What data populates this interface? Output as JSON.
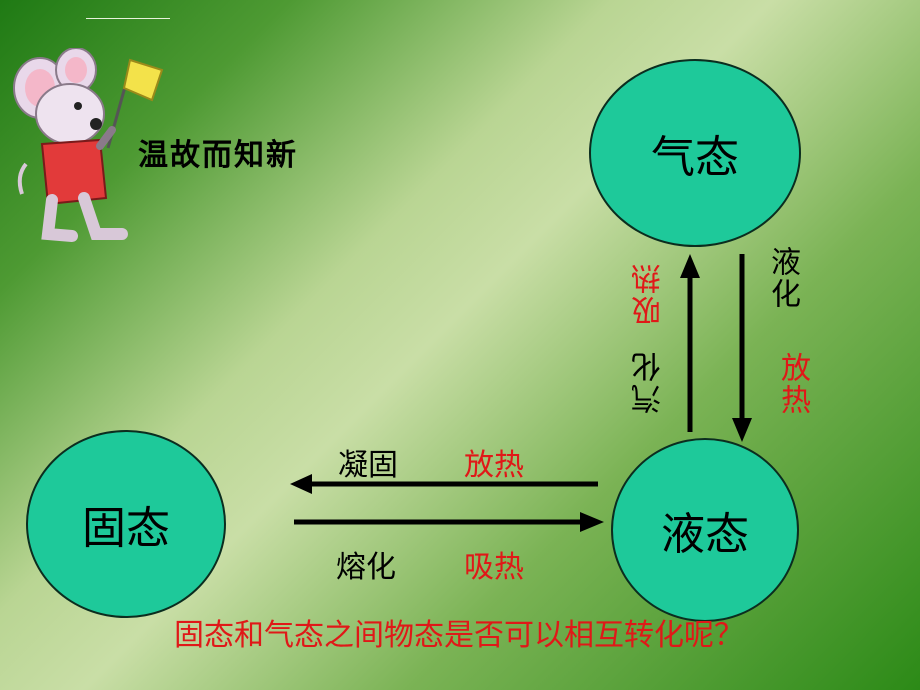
{
  "header": {
    "subtitle": "温故而知新"
  },
  "states": {
    "gas": "气态",
    "liquid": "液态",
    "solid": "固态"
  },
  "transitions": {
    "liquid_to_gas": {
      "name": "汽化",
      "heat": "吸热"
    },
    "gas_to_liquid": {
      "name": "液化",
      "heat": "放热"
    },
    "liquid_to_solid": {
      "name": "凝固",
      "heat": "放热"
    },
    "solid_to_liquid": {
      "name": "熔化",
      "heat": "吸热"
    }
  },
  "question": "固态和气态之间物态是否可以相互转化呢？",
  "colors": {
    "circle_fill": "#1ec99a",
    "highlight_red": "#e01818"
  }
}
